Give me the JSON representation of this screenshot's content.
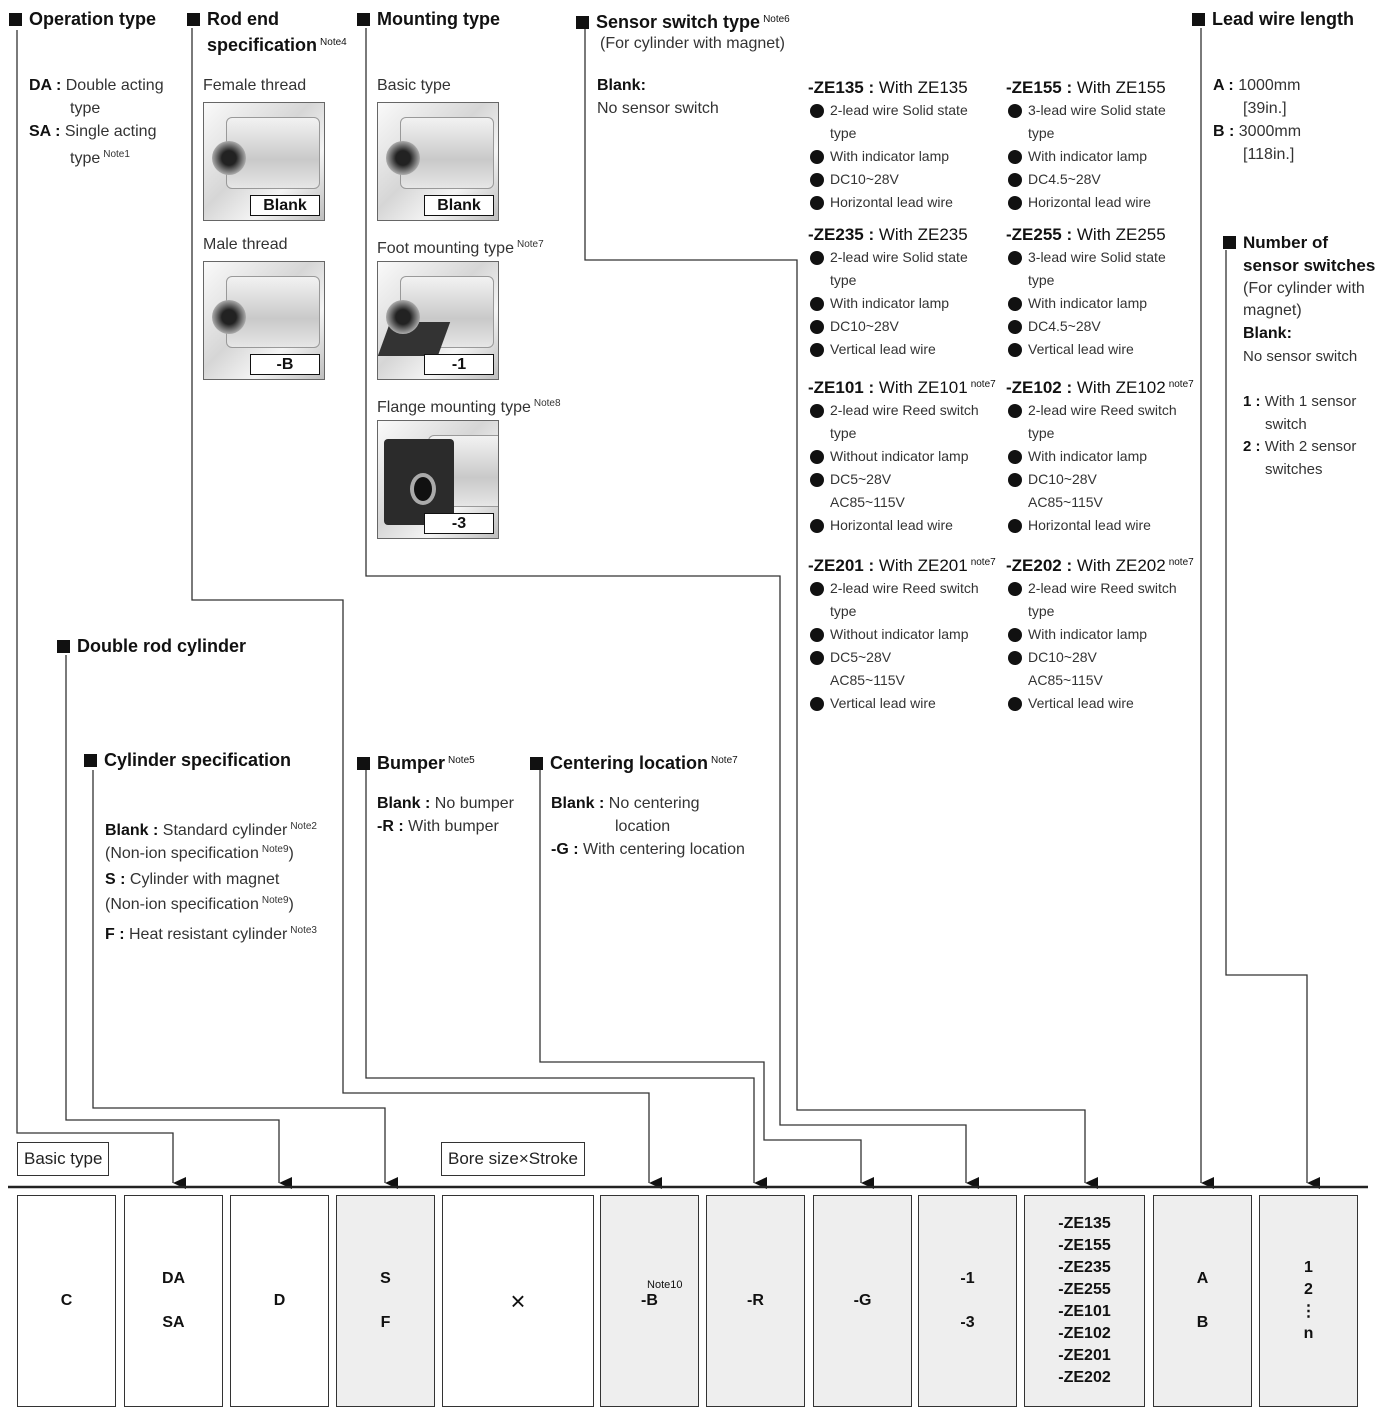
{
  "sections": {
    "operation": {
      "title": "Operation type",
      "items": [
        {
          "code": "DA :",
          "text": "Double acting",
          "text2": "type",
          "note": ""
        },
        {
          "code": "SA :",
          "text": "Single acting",
          "text2": "type",
          "note": "Note1"
        }
      ]
    },
    "rod_end": {
      "title1": "Rod end",
      "title2": "specification",
      "note": "Note4",
      "female_label": "Female thread",
      "female_tag": "Blank",
      "male_label": "Male thread",
      "male_tag": "-B"
    },
    "mounting": {
      "title": "Mounting type",
      "basic_label": "Basic type",
      "basic_tag": "Blank",
      "foot_label": "Foot mounting type",
      "foot_note": "Note7",
      "foot_tag": "-1",
      "flange_label": "Flange mounting type",
      "flange_note": "Note8",
      "flange_tag": "-3"
    },
    "sensor": {
      "title": "Sensor switch type",
      "note": "Note6",
      "subtitle": "(For cylinder with magnet)",
      "blank_code": "Blank:",
      "blank_text": "No sensor switch",
      "switches": [
        {
          "code": "-ZE135 :",
          "name": "With ZE135",
          "note": "",
          "lines": [
            "2-lead wire Solid state",
            "type",
            "With indicator lamp",
            "DC10~28V",
            "Horizontal lead wire"
          ]
        },
        {
          "code": "-ZE155 :",
          "name": "With ZE155",
          "note": "",
          "lines": [
            "3-lead wire Solid state",
            "type",
            "With indicator lamp",
            "DC4.5~28V",
            "Horizontal lead wire"
          ]
        },
        {
          "code": "-ZE235 :",
          "name": "With ZE235",
          "note": "",
          "lines": [
            "2-lead wire Solid state",
            "type",
            "With indicator lamp",
            "DC10~28V",
            "Vertical lead wire"
          ]
        },
        {
          "code": "-ZE255 :",
          "name": "With ZE255",
          "note": "",
          "lines": [
            "3-lead wire Solid state",
            "type",
            "With indicator lamp",
            "DC4.5~28V",
            "Vertical lead wire"
          ]
        },
        {
          "code": "-ZE101 :",
          "name": "With ZE101",
          "note": "note7",
          "lines": [
            "2-lead wire Reed switch",
            "type",
            "Without indicator lamp",
            "DC5~28V",
            "AC85~115V",
            "Horizontal lead wire"
          ]
        },
        {
          "code": "-ZE102 :",
          "name": "With ZE102",
          "note": "note7",
          "lines": [
            "2-lead wire Reed switch",
            "type",
            "With indicator lamp",
            "DC10~28V",
            "AC85~115V",
            "Horizontal lead wire"
          ]
        },
        {
          "code": "-ZE201 :",
          "name": "With ZE201",
          "note": "note7",
          "lines": [
            "2-lead wire Reed switch",
            "type",
            "Without indicator lamp",
            "DC5~28V",
            "AC85~115V",
            "Vertical lead wire"
          ]
        },
        {
          "code": "-ZE202 :",
          "name": "With ZE202",
          "note": "note7",
          "lines": [
            "2-lead wire Reed switch",
            "type",
            "With indicator lamp",
            "DC10~28V",
            "AC85~115V",
            "Vertical lead wire"
          ]
        }
      ]
    },
    "lead": {
      "title": "Lead wire length",
      "a_code": "A :",
      "a_text": "1000mm",
      "a_text2": "[39in.]",
      "b_code": "B :",
      "b_text": "3000mm",
      "b_text2": "[118in.]"
    },
    "number": {
      "title1": "Number of",
      "title2": "sensor switches",
      "sub1": "(For cylinder with",
      "sub2": "magnet)",
      "blank_code": "Blank:",
      "blank_text": "No sensor switch",
      "one_code": "1 :",
      "one_text": "With 1 sensor",
      "one_text2": "switch",
      "two_code": "2 :",
      "two_text": "With 2 sensor",
      "two_text2": "switches"
    },
    "double_rod": {
      "title": "Double rod cylinder"
    },
    "cyl_spec": {
      "title": "Cylinder specification",
      "blank_code": "Blank :",
      "blank_text": "Standard cylinder",
      "blank_note": "Note2",
      "blank_sub": "(Non-ion specification",
      "blank_sub_note": "Note9",
      "s_code": "S :",
      "s_text": "Cylinder with magnet",
      "s_sub": "(Non-ion specification",
      "s_sub_note": "Note9",
      "f_code": "F :",
      "f_text": "Heat resistant cylinder",
      "f_note": "Note3"
    },
    "bumper": {
      "title": "Bumper",
      "note": "Note5",
      "blank_code": "Blank :",
      "blank_text": "No bumper",
      "r_code": "-R :",
      "r_text": "With bumper"
    },
    "centering": {
      "title": "Centering location",
      "note": "Note7",
      "blank_code": "Blank :",
      "blank_text": "No centering",
      "blank_text2": "location",
      "g_code": "-G :",
      "g_text": "With centering location"
    }
  },
  "labels": {
    "basic_type": "Basic type",
    "bore_stroke": "Bore size×Stroke"
  },
  "code_boxes": [
    {
      "lines": [
        "C"
      ],
      "note": ""
    },
    {
      "lines": [
        "DA",
        "",
        "SA"
      ],
      "note": ""
    },
    {
      "lines": [
        "D"
      ],
      "note": ""
    },
    {
      "lines": [
        "S",
        "",
        "F"
      ],
      "note": ""
    },
    {
      "lines": [
        "×"
      ],
      "note": ""
    },
    {
      "lines": [
        "-B"
      ],
      "note": "Note10"
    },
    {
      "lines": [
        "-R"
      ],
      "note": ""
    },
    {
      "lines": [
        "-G"
      ],
      "note": ""
    },
    {
      "lines": [
        "-1",
        "",
        "-3"
      ],
      "note": ""
    },
    {
      "lines": [
        "-ZE135",
        "-ZE155",
        "-ZE235",
        "-ZE255",
        "-ZE101",
        "-ZE102",
        "-ZE201",
        "-ZE202"
      ],
      "note": ""
    },
    {
      "lines": [
        "A",
        "",
        "B"
      ],
      "note": ""
    },
    {
      "lines": [
        "1",
        "2",
        "⋮",
        "n"
      ],
      "note": ""
    }
  ],
  "colors": {
    "ink": "#111111",
    "box_gray": "#eeeeee",
    "line": "#333333"
  }
}
